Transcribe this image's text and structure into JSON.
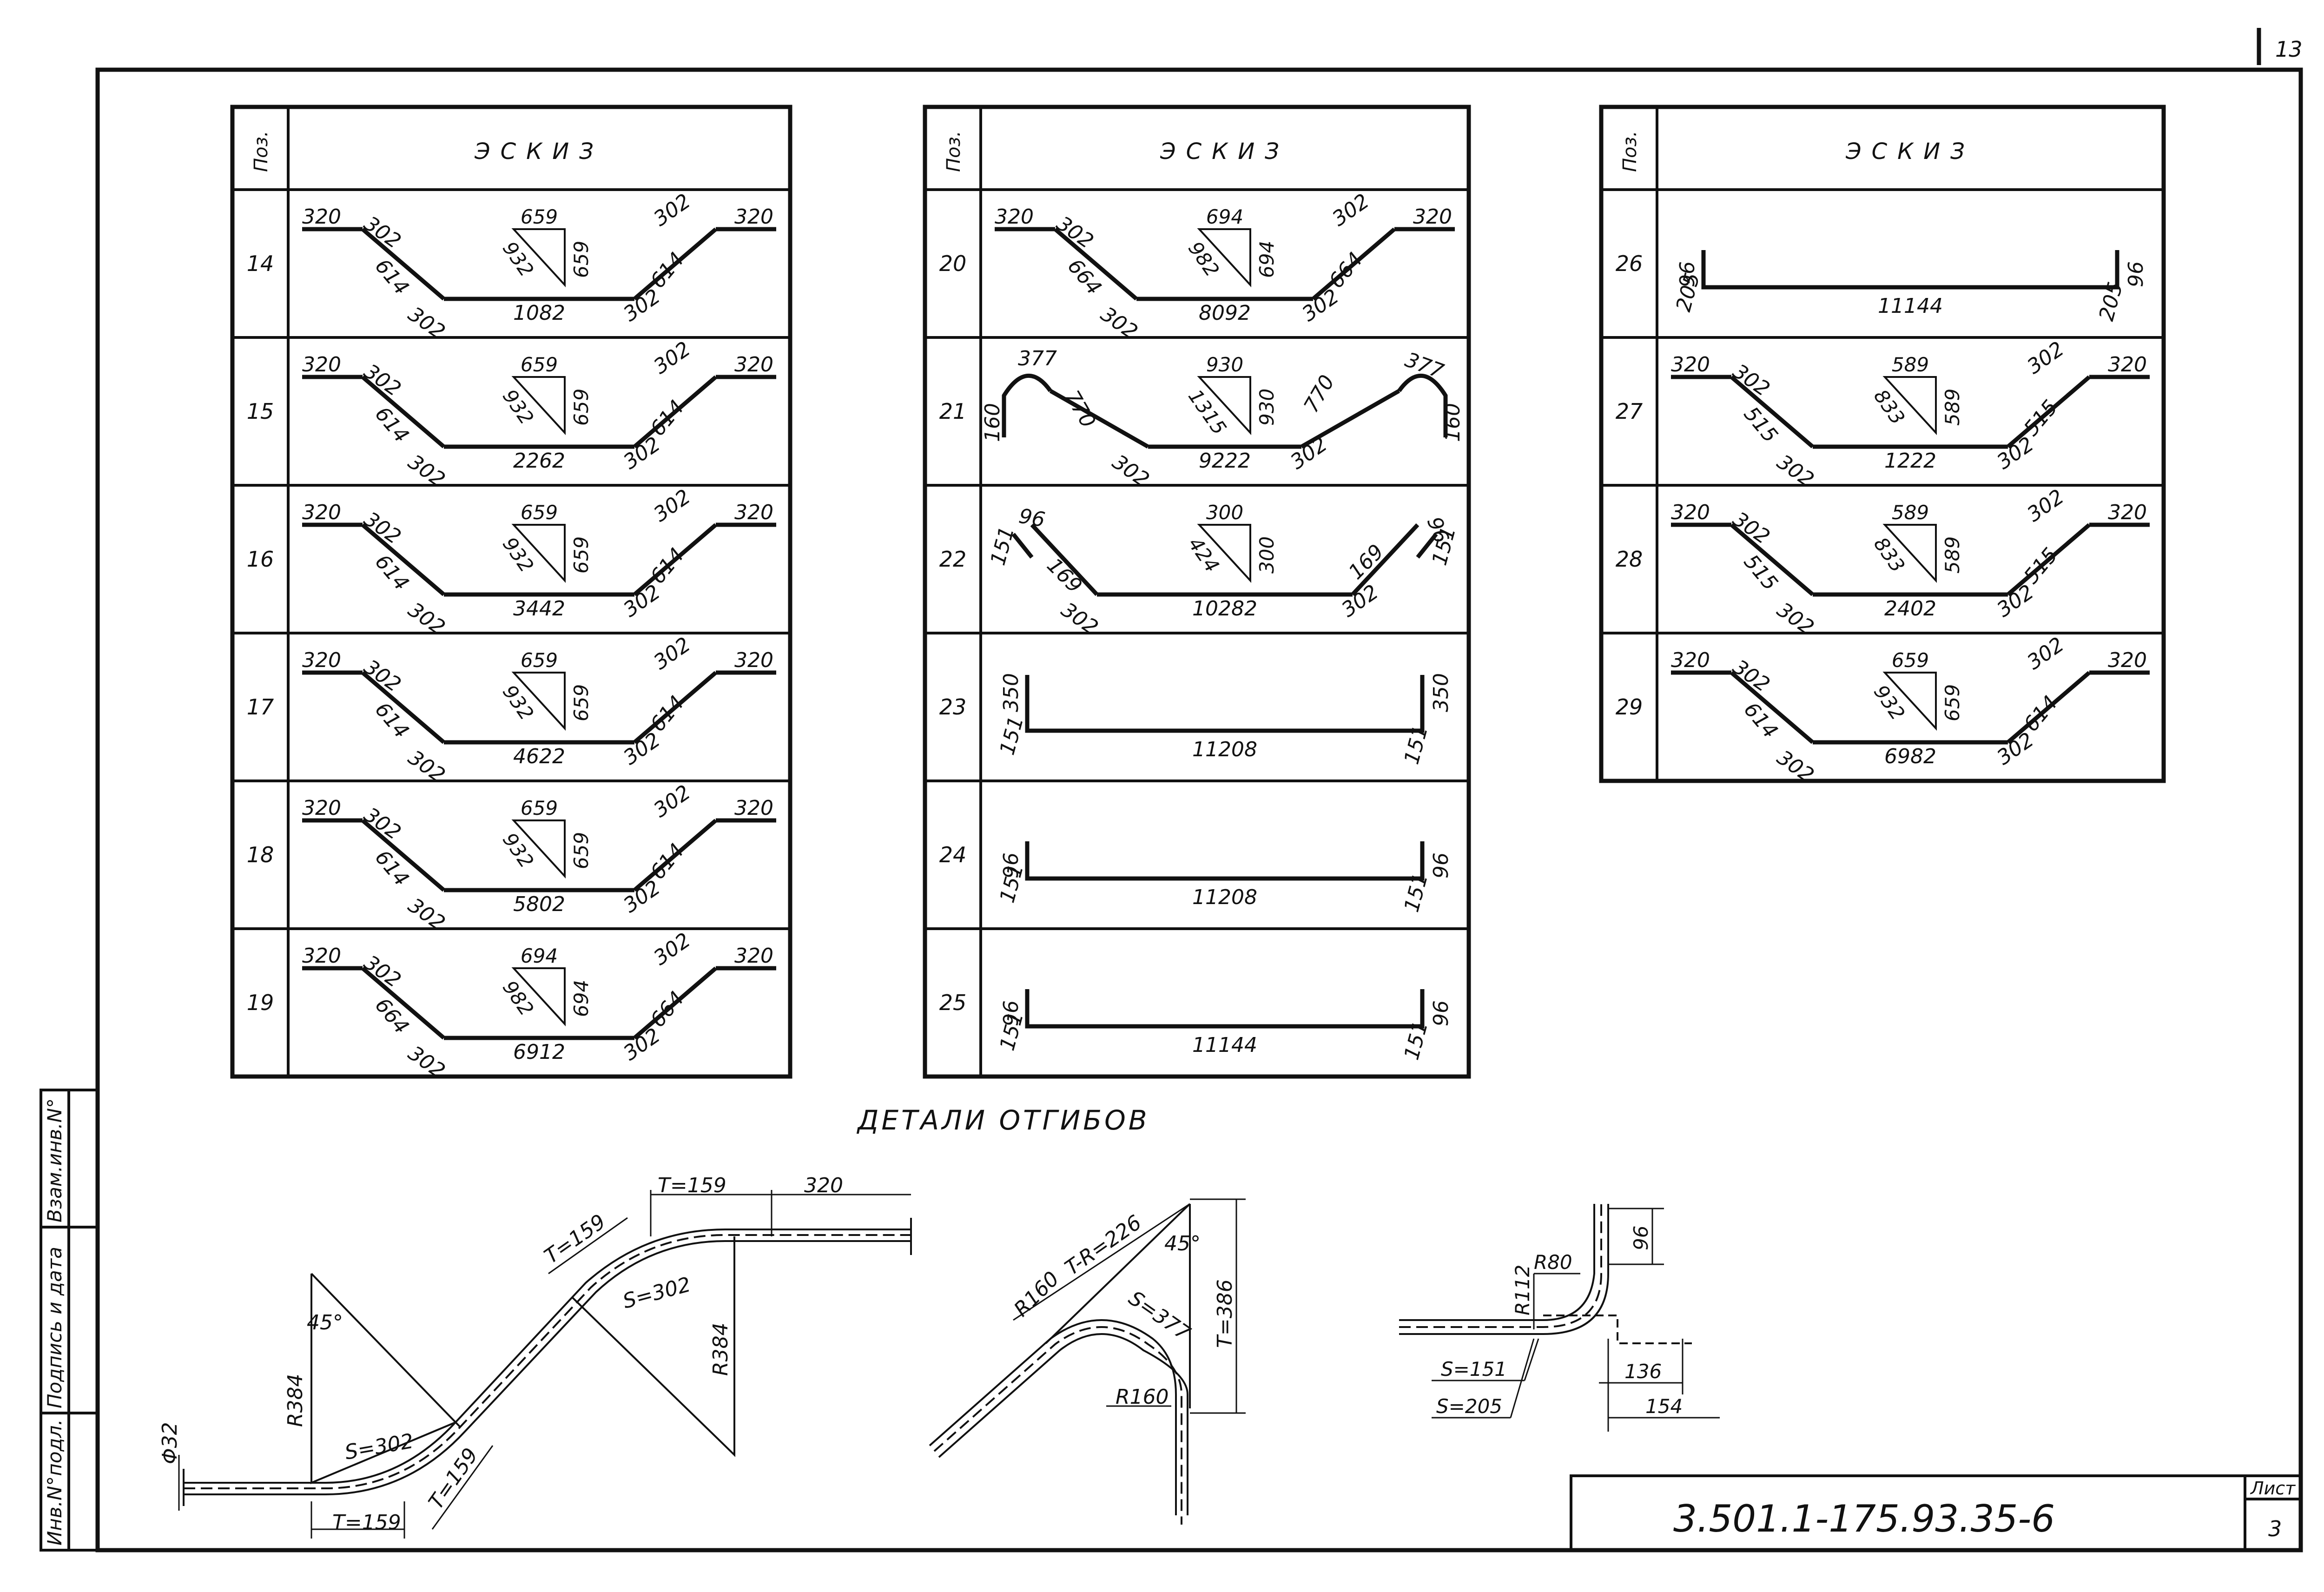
{
  "sheet_corner_number": "13",
  "header": {
    "pos": "Поз.",
    "sketch": "ЭСКИЗ"
  },
  "rows": [
    {
      "pos": "14",
      "kind": "trap",
      "dims": {
        "end": "320",
        "diag_top": "302",
        "seg": "614",
        "diag_bot": "302",
        "bottom": "1082",
        "tri_top": "659",
        "tri_hyp": "932",
        "tri_side": "659"
      }
    },
    {
      "pos": "15",
      "kind": "trap",
      "dims": {
        "end": "320",
        "diag_top": "302",
        "seg": "614",
        "diag_bot": "302",
        "bottom": "2262",
        "tri_top": "659",
        "tri_hyp": "932",
        "tri_side": "659"
      }
    },
    {
      "pos": "16",
      "kind": "trap",
      "dims": {
        "end": "320",
        "diag_top": "302",
        "seg": "614",
        "diag_bot": "302",
        "bottom": "3442",
        "tri_top": "659",
        "tri_hyp": "932",
        "tri_side": "659"
      }
    },
    {
      "pos": "17",
      "kind": "trap",
      "dims": {
        "end": "320",
        "diag_top": "302",
        "seg": "614",
        "diag_bot": "302",
        "bottom": "4622",
        "tri_top": "659",
        "tri_hyp": "932",
        "tri_side": "659"
      }
    },
    {
      "pos": "18",
      "kind": "trap",
      "dims": {
        "end": "320",
        "diag_top": "302",
        "seg": "614",
        "diag_bot": "302",
        "bottom": "5802",
        "tri_top": "659",
        "tri_hyp": "932",
        "tri_side": "659"
      }
    },
    {
      "pos": "19",
      "kind": "trap",
      "dims": {
        "end": "320",
        "diag_top": "302",
        "seg": "664",
        "diag_bot": "302",
        "bottom": "6912",
        "tri_top": "694",
        "tri_hyp": "982",
        "tri_side": "694"
      }
    },
    {
      "pos": "20",
      "kind": "trap",
      "dims": {
        "end": "320",
        "diag_top": "302",
        "seg": "664",
        "diag_bot": "302",
        "bottom": "8092",
        "tri_top": "694",
        "tri_hyp": "982",
        "tri_side": "694"
      }
    },
    {
      "pos": "21",
      "kind": "hook",
      "dims": {
        "hook_top": "377",
        "hook_side": "160",
        "seg": "770",
        "diag_bot": "302",
        "bottom": "9222",
        "tri_top": "930",
        "tri_hyp": "1315",
        "tri_side": "930"
      }
    },
    {
      "pos": "22",
      "kind": "short",
      "dims": {
        "lip_side": "151",
        "lip_top": "96",
        "seg": "169",
        "diag_bot": "302",
        "bottom": "10282",
        "tri_top": "300",
        "tri_hyp": "424",
        "tri_side": "300"
      }
    },
    {
      "pos": "23",
      "kind": "u",
      "dims": {
        "leg": "350",
        "corner": "151",
        "bottom": "11208"
      }
    },
    {
      "pos": "24",
      "kind": "u",
      "dims": {
        "leg": "96",
        "corner": "151",
        "bottom": "11208"
      }
    },
    {
      "pos": "25",
      "kind": "u",
      "dims": {
        "leg": "96",
        "corner": "151",
        "bottom": "11144"
      }
    },
    {
      "pos": "26",
      "kind": "u",
      "dims": {
        "leg": "96",
        "corner": "205",
        "bottom": "11144"
      }
    },
    {
      "pos": "27",
      "kind": "trap",
      "dims": {
        "end": "320",
        "diag_top": "302",
        "seg": "515",
        "diag_bot": "302",
        "bottom": "1222",
        "tri_top": "589",
        "tri_hyp": "833",
        "tri_side": "589"
      }
    },
    {
      "pos": "28",
      "kind": "trap",
      "dims": {
        "end": "320",
        "diag_top": "302",
        "seg": "515",
        "diag_bot": "302",
        "bottom": "2402",
        "tri_top": "589",
        "tri_hyp": "833",
        "tri_side": "589"
      }
    },
    {
      "pos": "29",
      "kind": "trap",
      "dims": {
        "end": "320",
        "diag_top": "302",
        "seg": "614",
        "diag_bot": "302",
        "bottom": "6982",
        "tri_top": "659",
        "tri_hyp": "932",
        "tri_side": "659"
      }
    }
  ],
  "details_title": "ДЕТАЛИ ОТГИБОВ",
  "detail_a": {
    "t1": "T=159",
    "t2": "T=159",
    "t3": "T=159",
    "t4": "T=159",
    "len": "320",
    "s1": "S=302",
    "s2": "S=302",
    "r1": "R384",
    "r2": "R384",
    "angle": "45°",
    "dia": "Φ32"
  },
  "detail_b": {
    "tr": "T-R=226",
    "r1": "R160",
    "r2": "R160",
    "s": "S=377",
    "t": "T=386",
    "angle": "45°"
  },
  "detail_c": {
    "r80": "R80",
    "r112": "R112",
    "d96": "96",
    "s1": "S=151",
    "s2": "S=205",
    "d136": "136",
    "d154": "154"
  },
  "side_stamp": [
    "Инв.N°подл.",
    "Подпись и дата",
    "Взам.инв.N°"
  ],
  "title_block": {
    "code": "3.501.1-175.93.35-6",
    "sheet_label": "Лист",
    "sheet_number": "3"
  }
}
